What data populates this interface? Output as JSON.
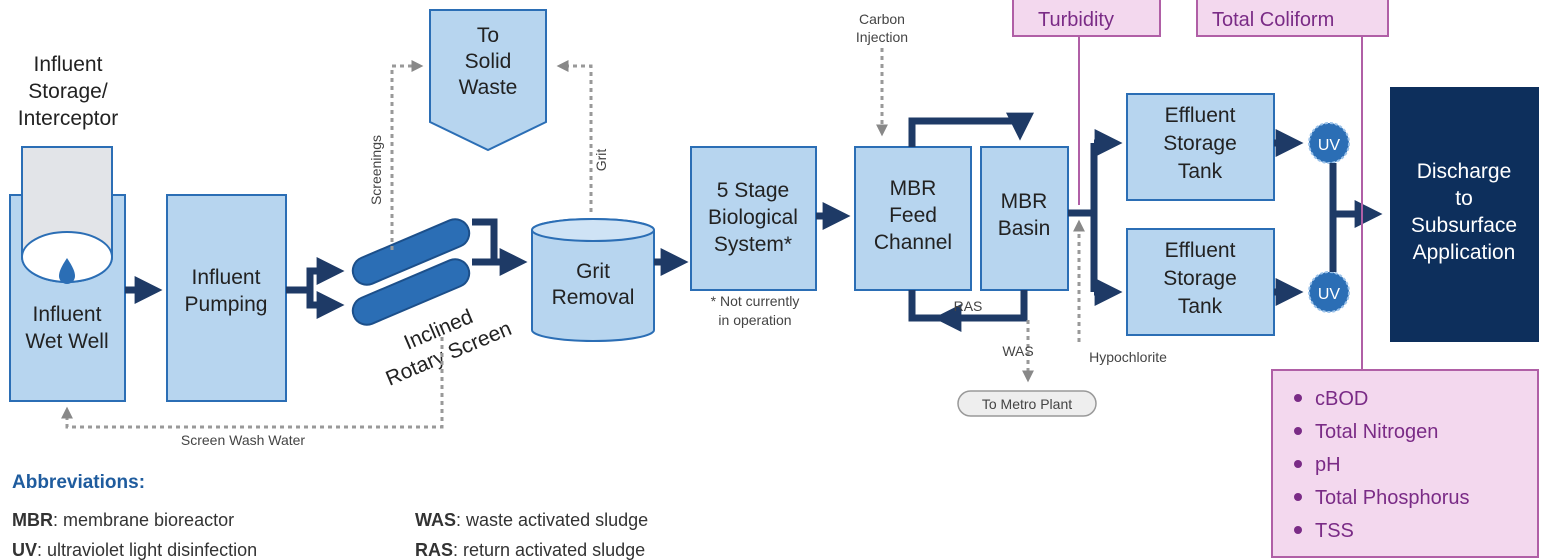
{
  "nodes": {
    "influent_storage": "Influent\nStorage/\nInterceptor",
    "influent_wet_well": "Influent\nWet Well",
    "influent_pumping": "Influent\nPumping",
    "rotary_screen": "Inclined\nRotary Screen",
    "solid_waste": "To\nSolid\nWaste",
    "grit_removal": "Grit\nRemoval",
    "bio_system": "5 Stage\nBiological\nSystem*",
    "bio_note": "* Not currently\nin operation",
    "mbr_feed": "MBR\nFeed\nChannel",
    "mbr_basin": "MBR\nBasin",
    "effluent_tank_1": "Effluent\nStorage\nTank",
    "effluent_tank_2": "Effluent\nStorage\nTank",
    "uv_1": "UV",
    "uv_2": "UV",
    "discharge": "Discharge\nto\nSubsurface\nApplication",
    "to_metro": "To Metro Plant"
  },
  "flow_labels": {
    "screenings": "Screenings",
    "grit": "Grit",
    "screen_wash": "Screen Wash Water",
    "carbon": "Carbon\nInjection",
    "ras": "RAS",
    "was": "WAS",
    "hypochlorite": "Hypochlorite"
  },
  "parameters": {
    "turbidity": "Turbidity",
    "total_coliform": "Total Coliform",
    "list": [
      "cBOD",
      "Total Nitrogen",
      "pH",
      "Total Phosphorus",
      "TSS"
    ]
  },
  "abbreviations": {
    "title": "Abbreviations:",
    "items": [
      {
        "term": "MBR",
        "definition": ": membrane bioreactor"
      },
      {
        "term": "UV",
        "definition": ": ultraviolet light disinfection"
      },
      {
        "term": "WAS",
        "definition": ": waste activated sludge"
      },
      {
        "term": "RAS",
        "definition": ": return activated sludge"
      }
    ]
  },
  "colors": {
    "box_fill": "#b7d5ef",
    "box_stroke": "#2b6eb5",
    "flow": "#1e3a66",
    "discharge_fill": "#0d2f5c",
    "param_fill": "#f3d8ee",
    "param_text": "#7a2b86"
  }
}
